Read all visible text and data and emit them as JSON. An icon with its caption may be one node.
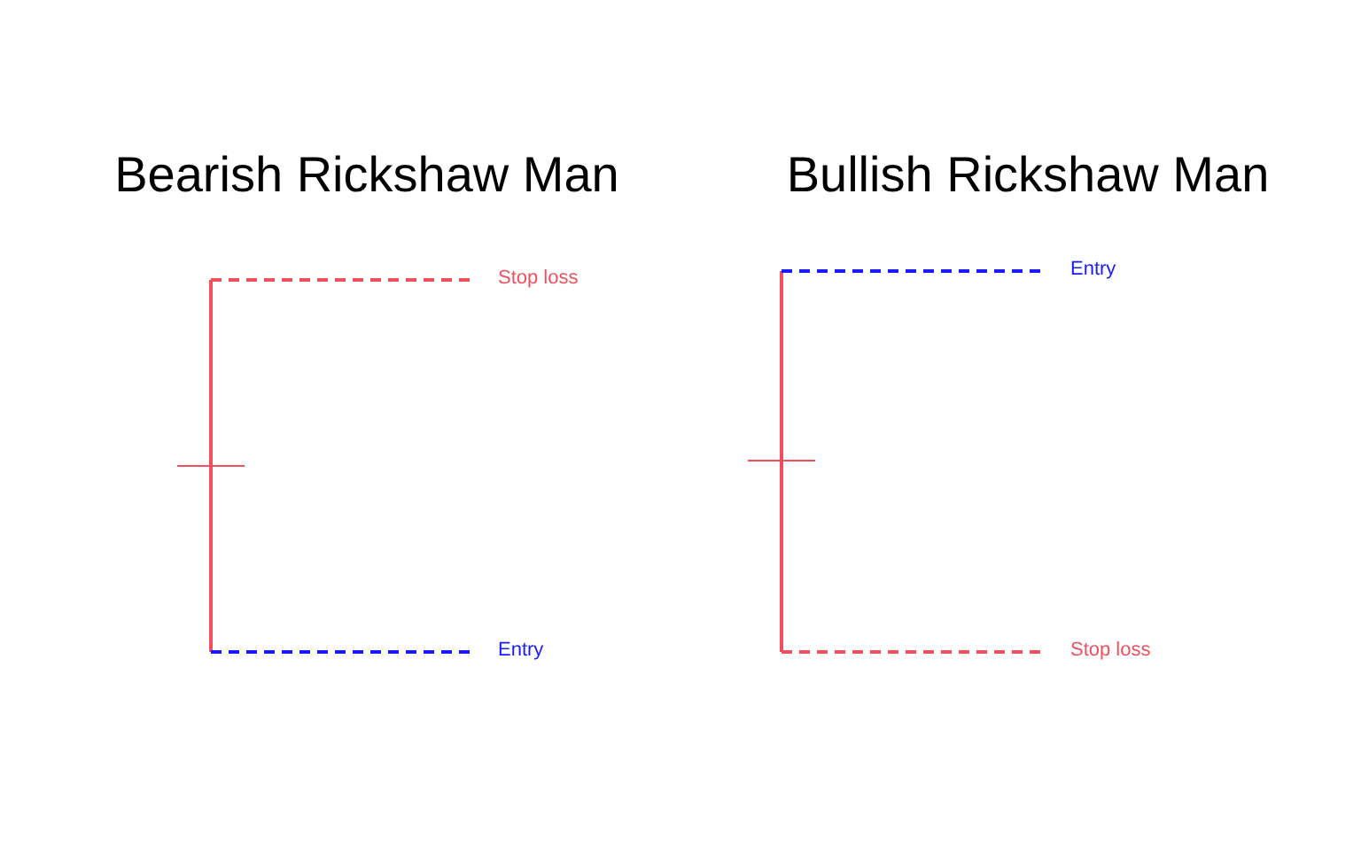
{
  "diagram": {
    "labels": [
      "Bearish Rickshaw Man",
      "Stop loss",
      "Entry",
      "Bullish Rickshaw Man",
      "Entry",
      "Stop loss"
    ]
  }
}
